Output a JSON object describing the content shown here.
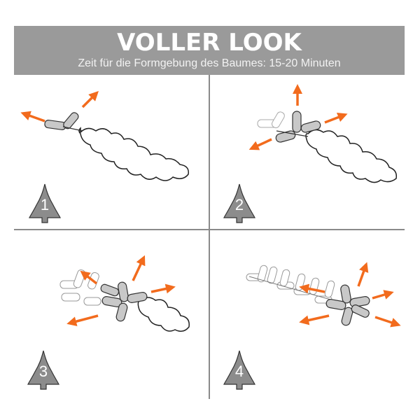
{
  "header": {
    "title": "VOLLER LOOK",
    "subtitle": "Zeit für die Formgebung des Baumes: 15-20 Minuten"
  },
  "steps": [
    {
      "number": "1"
    },
    {
      "number": "2"
    },
    {
      "number": "3"
    },
    {
      "number": "4"
    }
  ],
  "colors": {
    "header_bg": "#9a9a9a",
    "arrow": "#f26b1d",
    "badge": "#8c8c8c",
    "needle_gray": "#c8c8c8"
  }
}
